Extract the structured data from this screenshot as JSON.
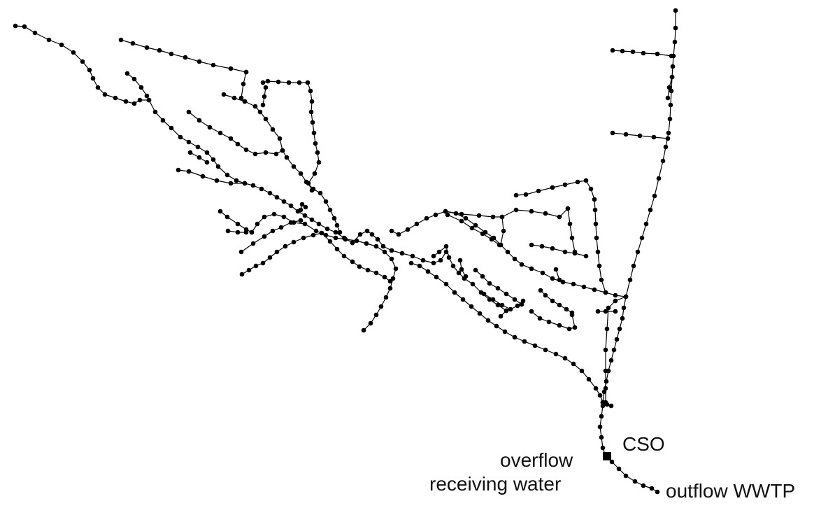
{
  "diagram": {
    "type": "sewer-network-schematic",
    "labels": {
      "cso": "CSO",
      "overflow_line1": "overflow",
      "overflow_line2": "receiving water",
      "outflow": "outflow WWTP"
    },
    "colors": {
      "pipe": "#000000",
      "node": "#000000",
      "background": "#ffffff"
    }
  }
}
